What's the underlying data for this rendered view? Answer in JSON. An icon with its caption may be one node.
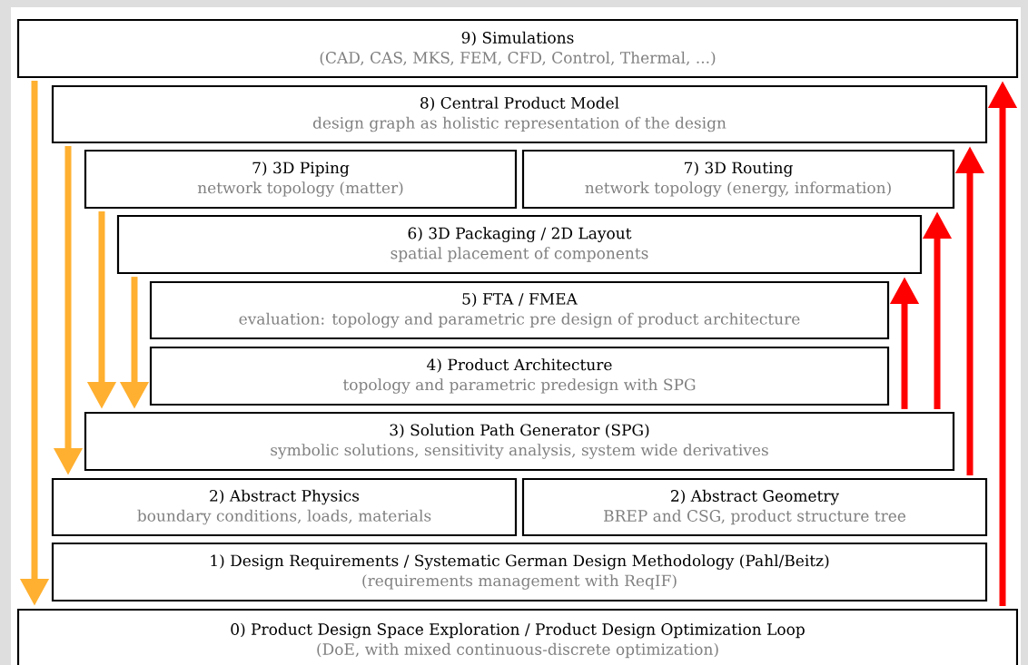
{
  "diagram": {
    "nodes": [
      {
        "text": [
          "9) Simulations",
          "(CAD, CAS, MKS, FEM, CFD, Control, Thermal, ...)"
        ]
      },
      {
        "text": [
          "8) Central Product Model",
          "design graph as holistic representation of the design"
        ]
      },
      {
        "text": [
          "7) 3D Piping",
          "network topology (matter)"
        ]
      },
      {
        "text": [
          "7) 3D Routing",
          "network topology (energy, information)"
        ]
      },
      {
        "text": [
          "6) 3D Packaging / 2D Layout",
          "spatial placement of components"
        ]
      },
      {
        "text": [
          "5) FTA / FMEA",
          "evaluation: topology and parametric pre design of product architecture"
        ]
      },
      {
        "text": [
          "4) Product Architecture",
          "topology and parametric predesign with SPG"
        ]
      },
      {
        "text": [
          "3) Solution Path Generator (SPG)",
          "symbolic solutions, sensitivity analysis, system wide derivatives"
        ]
      },
      {
        "text": [
          "2) Abstract Physics",
          "boundary conditions, loads, materials"
        ]
      },
      {
        "text": [
          "2) Abstract Geometry",
          "BREP and CSG, product structure tree"
        ]
      },
      {
        "text": [
          "1) Design Requirements / Systematic German Design Methodology (Pahl/Beitz)",
          "(requirements management with ReqIF)"
        ]
      },
      {
        "text": [
          "0) Product Design Space Exploration / Product Design Optimization Loop",
          "(DoE, with mixed continuous-discrete optimization)"
        ]
      }
    ],
    "edges": [
      {
        "from": 0,
        "to": 11,
        "arrow": "to"
      },
      {
        "from": 1,
        "to": 8,
        "arrow": "to"
      },
      {
        "from": 2,
        "to": 7,
        "arrow": "to"
      },
      {
        "from": 4,
        "to": 7,
        "arrow": "to"
      },
      {
        "from": 11,
        "to": 0,
        "arrow": "to",
        "color": "#ff0000"
      },
      {
        "from": 9,
        "to": 1,
        "arrow": "to",
        "color": "#ff0000"
      },
      {
        "from": 7,
        "to": 3,
        "arrow": "to",
        "color": "#ff0000"
      },
      {
        "from": 7,
        "to": 4,
        "arrow": "to",
        "color": "#ff0000"
      }
    ]
  }
}
